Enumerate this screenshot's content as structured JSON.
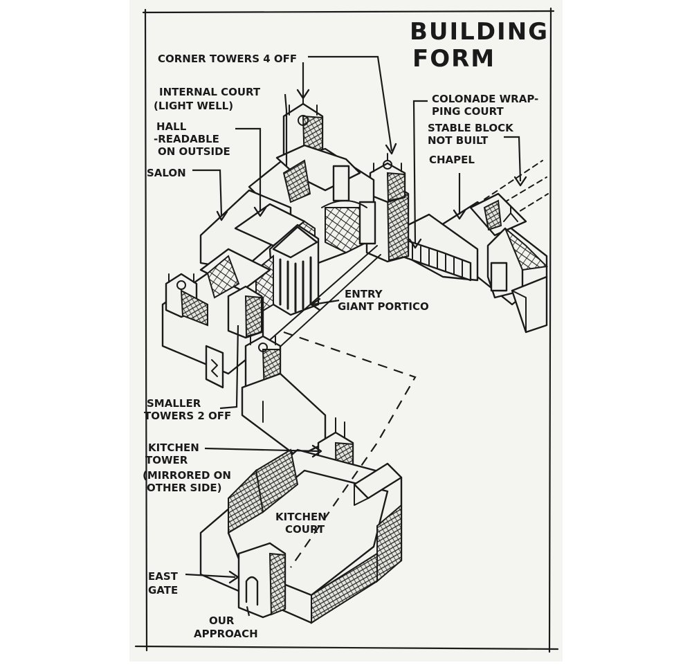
{
  "title": {
    "line1": "BUILDING",
    "line2": "FORM"
  },
  "labels": {
    "corner_towers": "CORNER TOWERS 4 OFF",
    "internal_court_1": "INTERNAL COURT",
    "internal_court_2": "(LIGHT WELL)",
    "hall_1": "HALL",
    "hall_2": "-READABLE",
    "hall_3": "ON OUTSIDE",
    "salon": "SALON",
    "colonade_1": "COLONADE WRAP-",
    "colonade_2": "PING COURT",
    "stable_1": "STABLE BLOCK",
    "stable_2": "NOT BUILT",
    "chapel": "CHAPEL",
    "entry_1": "ENTRY",
    "entry_2": "GIANT PORTICO",
    "smaller_towers_1": "SMALLER",
    "smaller_towers_2": "TOWERS 2 OFF",
    "kitchen_tower_1": "KITCHEN",
    "kitchen_tower_2": "TOWER",
    "kitchen_tower_3": "(MIRRORED ON",
    "kitchen_tower_4": "OTHER SIDE)",
    "kitchen_court_1": "KITCHEN",
    "kitchen_court_2": "COURT",
    "east_gate_1": "EAST",
    "east_gate_2": "GATE",
    "approach_1": "OUR",
    "approach_2": "APPROACH"
  },
  "colors": {
    "paper": "#f4f4f0",
    "ink": "#1a1a1a",
    "margin": "#ffffff"
  }
}
